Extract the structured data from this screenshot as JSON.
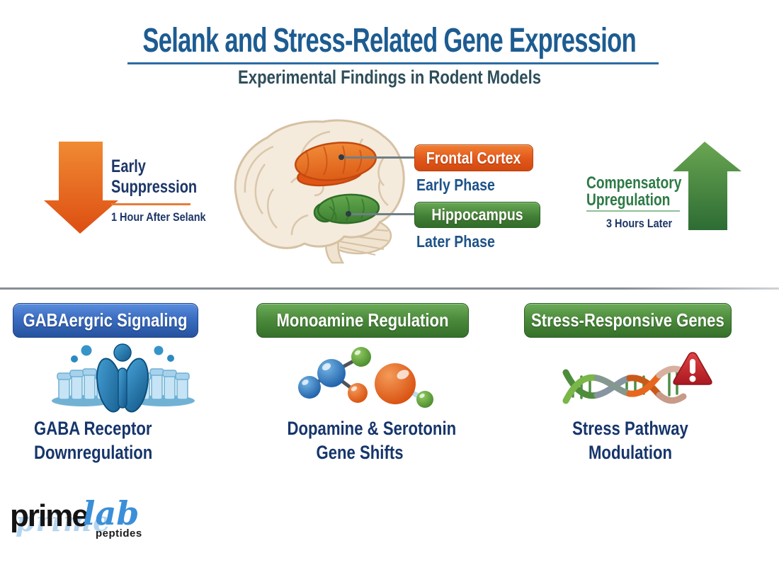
{
  "header": {
    "title": "Selank and Stress-Related Gene Expression",
    "subtitle": "Experimental Findings in Rodent Models"
  },
  "timeline": {
    "early": {
      "line1": "Early",
      "line2": "Suppression",
      "caption": "1 Hour After Selank",
      "arrow_direction": "down",
      "arrow_color": "#e8641f"
    },
    "late": {
      "line1": "Compensatory",
      "line2": "Upregulation",
      "caption": "3 Hours Later",
      "arrow_direction": "up",
      "arrow_color": "#4c8c3c"
    }
  },
  "brain_regions": {
    "frontal_cortex": {
      "label": "Frontal Cortex",
      "phase": "Early Phase",
      "color": "#e05a1c"
    },
    "hippocampus": {
      "label": "Hippocampus",
      "phase": "Later Phase",
      "color": "#4c8c3c"
    }
  },
  "pathways": [
    {
      "badge": "GABAergric Signaling",
      "badge_color": "#3a6cc0",
      "icon": "gaba-receptor-icon",
      "line1": "GABA Receptor",
      "line2": "Downregulation"
    },
    {
      "badge": "Monoamine Regulation",
      "badge_color": "#4c8c3c",
      "icon": "monoamine-molecule-icon",
      "line1": "Dopamine & Serotonin",
      "line2": "Gene Shifts"
    },
    {
      "badge": "Stress-Responsive Genes",
      "badge_color": "#4c8c3c",
      "icon": "dna-warning-icon",
      "line1": "Stress Pathway",
      "line2": "Modulation"
    }
  ],
  "logo": {
    "prime": "prime",
    "lab": "lab",
    "tagline": "peptides"
  },
  "colors": {
    "title_blue": "#1d5c91",
    "subtitle_slate": "#2e4e5a",
    "navy_text": "#16356b",
    "green_text": "#2d7a45",
    "warning_red": "#c8202c"
  }
}
